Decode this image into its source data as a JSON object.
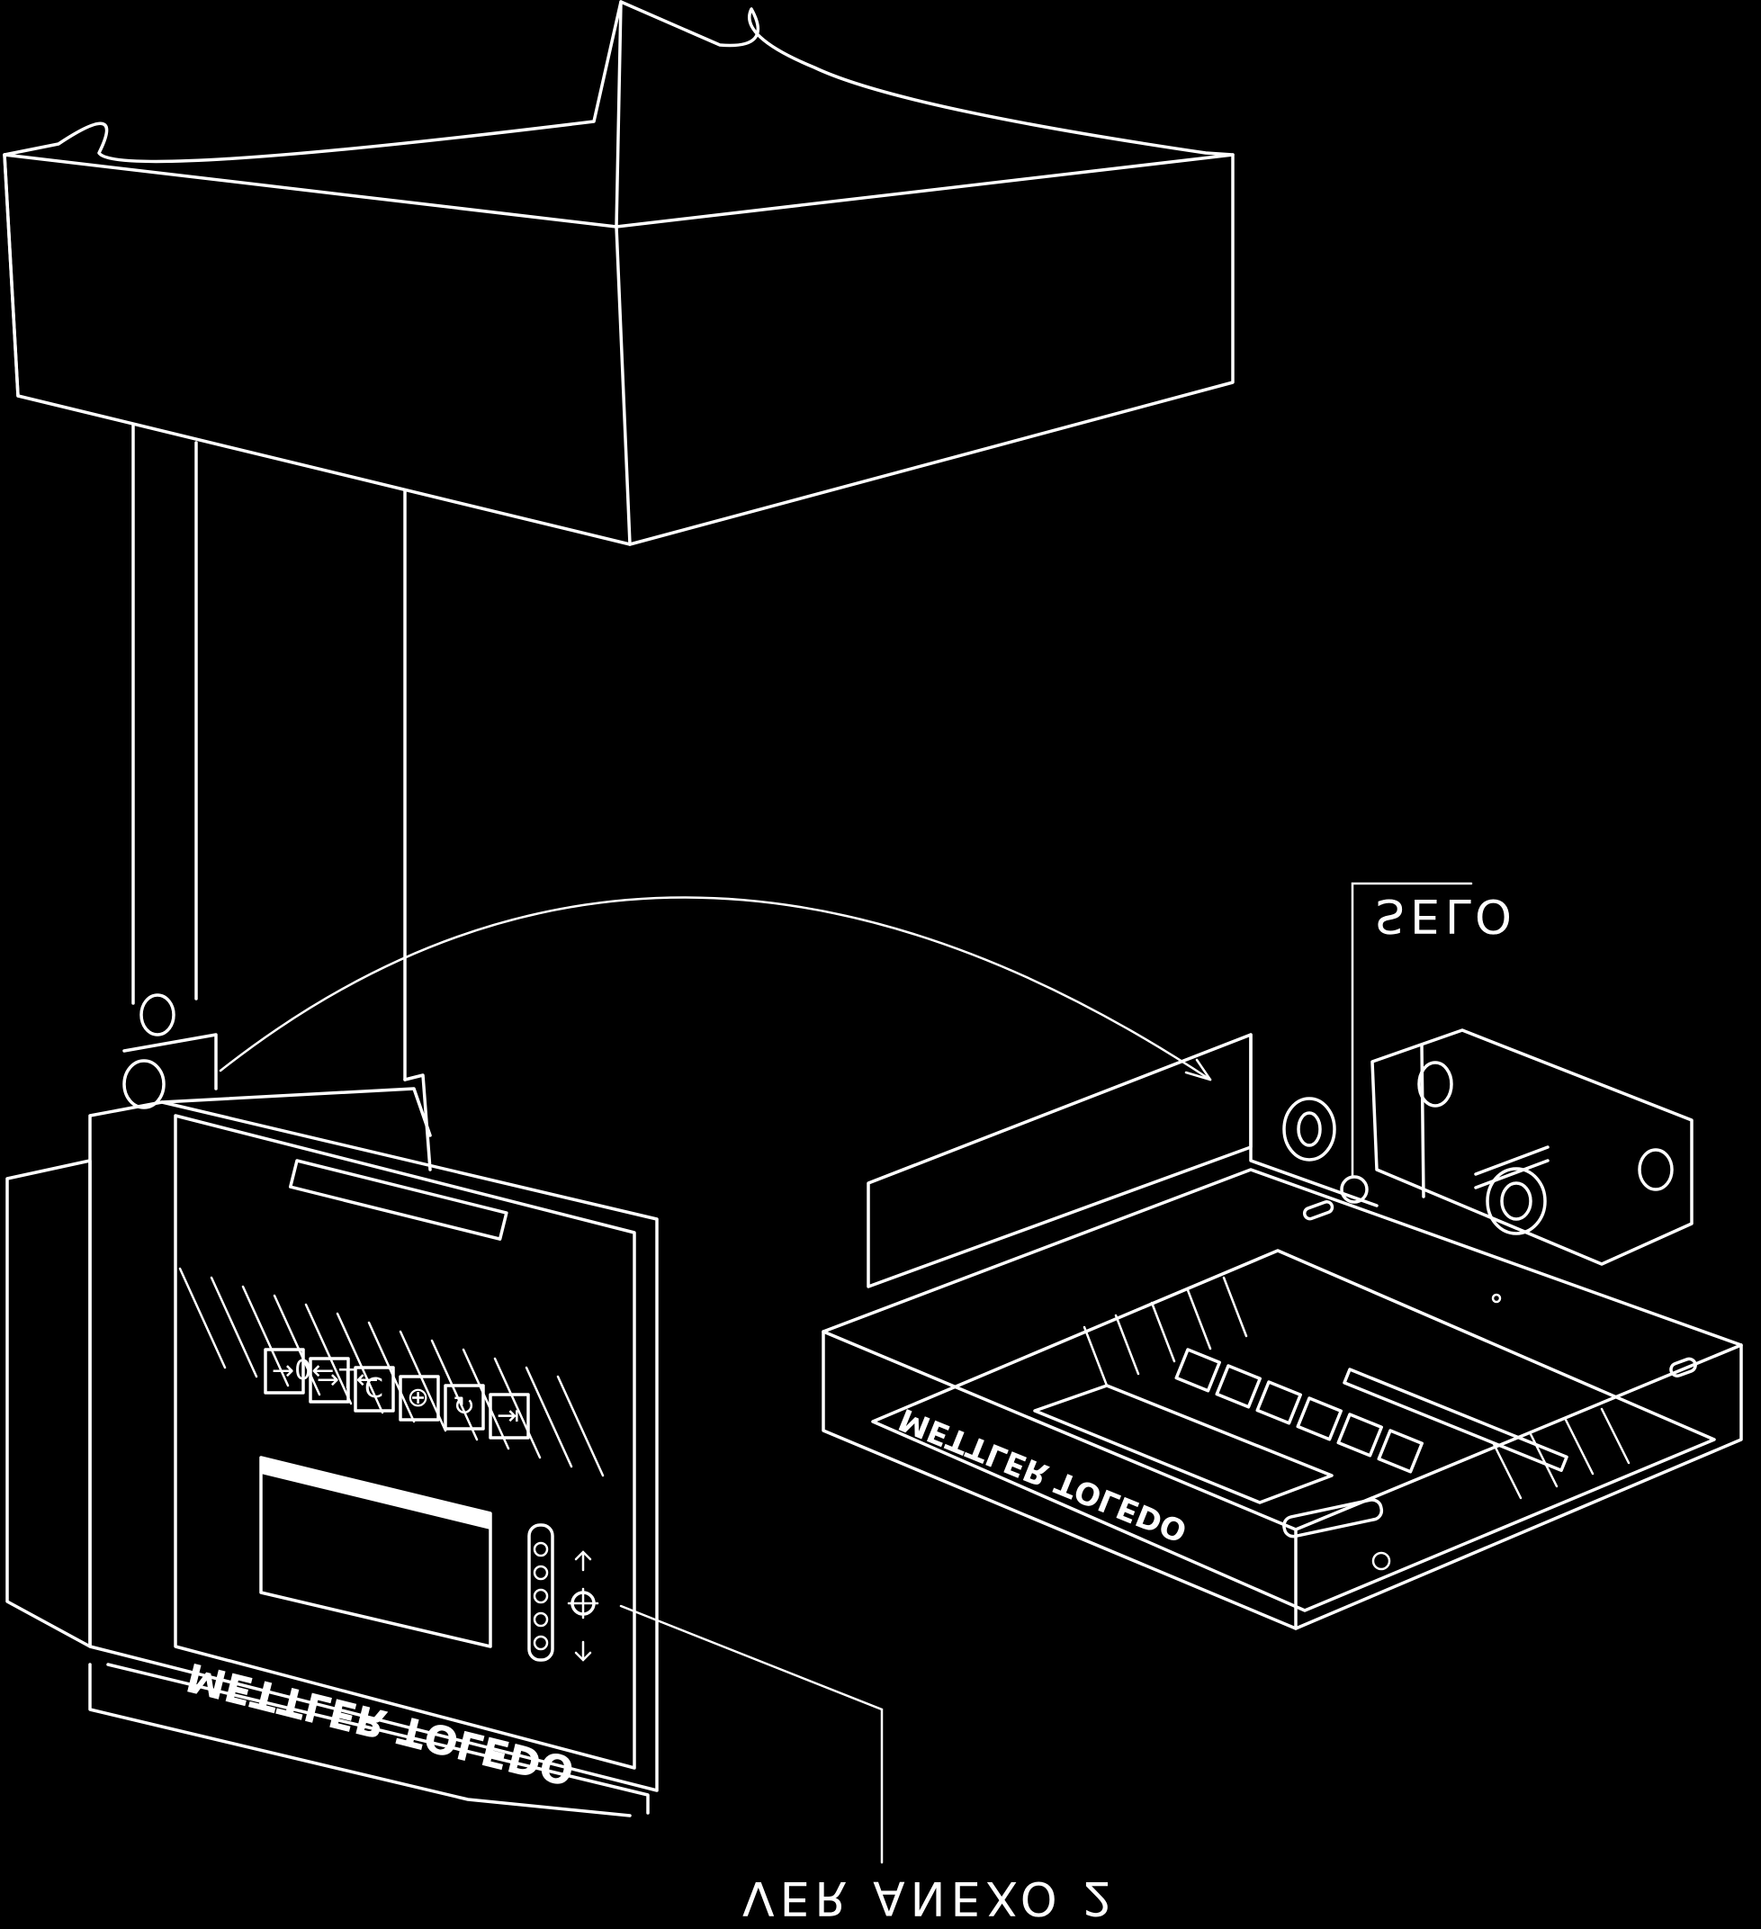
{
  "labels": {
    "seal": "SELO",
    "see_annex": "VER ANEXO 2"
  },
  "brand": {
    "front_panel": "METTLER TOLEDO",
    "detail_panel": "METTLER TOLEDO"
  },
  "keys": [
    "→0←",
    "→T←",
    "C",
    "⊕",
    "↻",
    "⇥"
  ],
  "colors": {
    "background": "#000000",
    "line": "#ffffff"
  }
}
